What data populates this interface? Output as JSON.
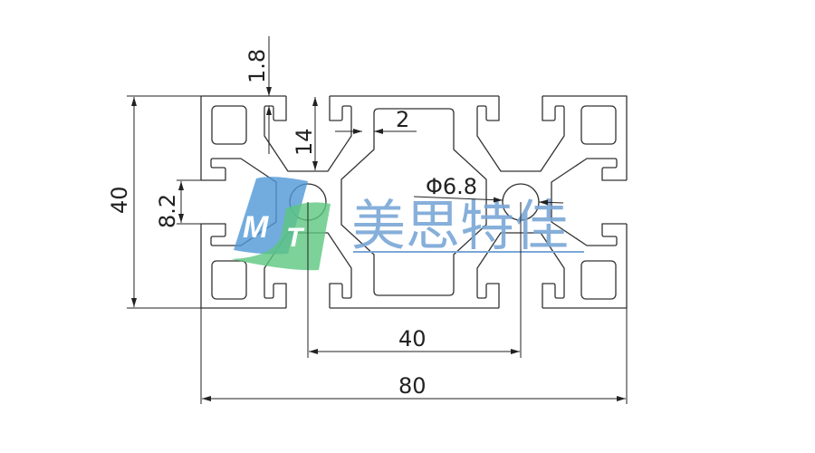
{
  "dimensions": {
    "height_total": "40",
    "slot_width": "8.2",
    "wall_top": "1.8",
    "slot_depth": "14",
    "wall_thickness": "2",
    "hole_diameter": "Φ6.8",
    "hole_spacing": "40",
    "width_total": "80"
  },
  "watermark": {
    "text": "美思特佳",
    "logo_letter_1": "M",
    "logo_letter_2": "T",
    "text_color": "#7aa7d6",
    "logo_blue": "#4f97d6",
    "logo_green": "#5cc77f"
  }
}
